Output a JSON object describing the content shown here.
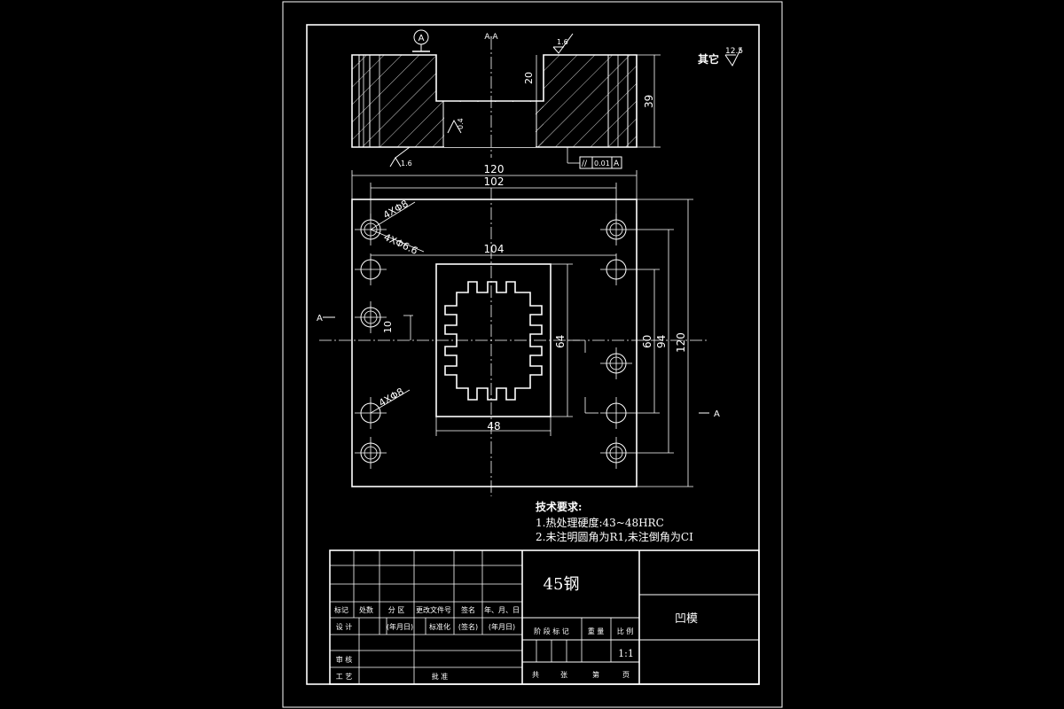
{
  "section": {
    "section_label": "A-A",
    "datum": "A",
    "rough_top": "1.6",
    "rough_bottom": "1.6",
    "rough_wall": "0.4",
    "dim_depth": "20",
    "dim_height": "39",
    "tolerance": {
      "symbol": "//",
      "value": "0.01",
      "datum": "A"
    }
  },
  "other_roughness": {
    "label": "其它",
    "value": "12.5"
  },
  "plan": {
    "dim_120_top": "120",
    "dim_102": "102",
    "dim_104": "104",
    "dim_48": "48",
    "dim_64": "64",
    "dim_10": "10",
    "dim_60": "60",
    "dim_94": "94",
    "dim_120_side": "120",
    "hole_callout_1": "4XΦ8",
    "hole_callout_2": "4XΦ6.6",
    "hole_callout_3": "4XΦ8",
    "section_mark_left": "A",
    "section_mark_right": "A"
  },
  "notes": {
    "title": "技术要求:",
    "line1": "1.热处理硬度:43~48HRC",
    "line2": "2.未注明圆角为R1,未注倒角为CI"
  },
  "title_block": {
    "material": "45钢",
    "part_name": "凹模",
    "scale": "1:1",
    "row_headers": [
      "标记",
      "处数",
      "分 区",
      "更改文件号",
      "签名",
      "年、月、日"
    ],
    "design_row": [
      "设 计",
      "(年月日)",
      "标准化",
      "(签名)",
      "(年月日)"
    ],
    "stage_row": [
      "阶 段 标 记",
      "重 量",
      "比 例"
    ],
    "review": "审 核",
    "process": "工 艺",
    "approve": "批 准",
    "sheets": [
      "共",
      "张",
      "第",
      "页"
    ]
  }
}
